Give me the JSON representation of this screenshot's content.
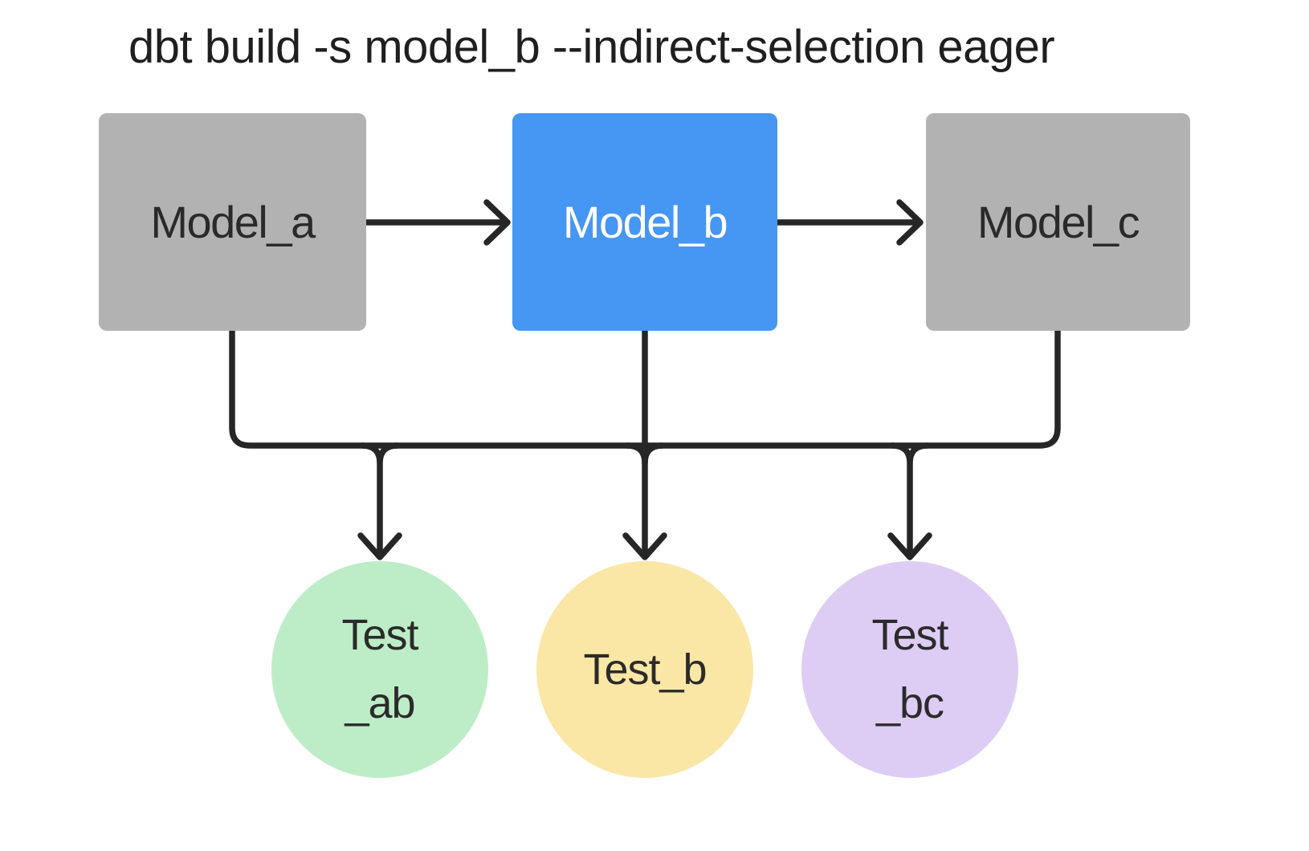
{
  "title": "dbt build -s model_b --indirect-selection eager",
  "nodes": {
    "model_a": {
      "label": "Model_a",
      "type": "model",
      "color": "#b2b2b2"
    },
    "model_b": {
      "label": "Model_b",
      "type": "model",
      "color": "#4696f3",
      "selected": true
    },
    "model_c": {
      "label": "Model_c",
      "type": "model",
      "color": "#b2b2b2"
    },
    "test_ab": {
      "line1": "Test",
      "line2": "_ab",
      "type": "test",
      "color": "#bdedc6"
    },
    "test_b": {
      "line1": "Test_b",
      "line2": "",
      "type": "test",
      "color": "#fae7a6"
    },
    "test_bc": {
      "line1": "Test",
      "line2": "_bc",
      "type": "test",
      "color": "#ddcdf5"
    }
  },
  "edges": [
    "model_a -> model_b",
    "model_b -> model_c",
    "model_a -> test_ab",
    "model_b -> test_ab",
    "model_b -> test_b",
    "model_b -> test_bc",
    "model_c -> test_bc"
  ],
  "colors": {
    "background": "#ffffff",
    "edge_stroke": "#262626",
    "title_text": "#1f1f1f",
    "node_text": "#2a2a2a",
    "selected_node_text": "#ffffff"
  }
}
